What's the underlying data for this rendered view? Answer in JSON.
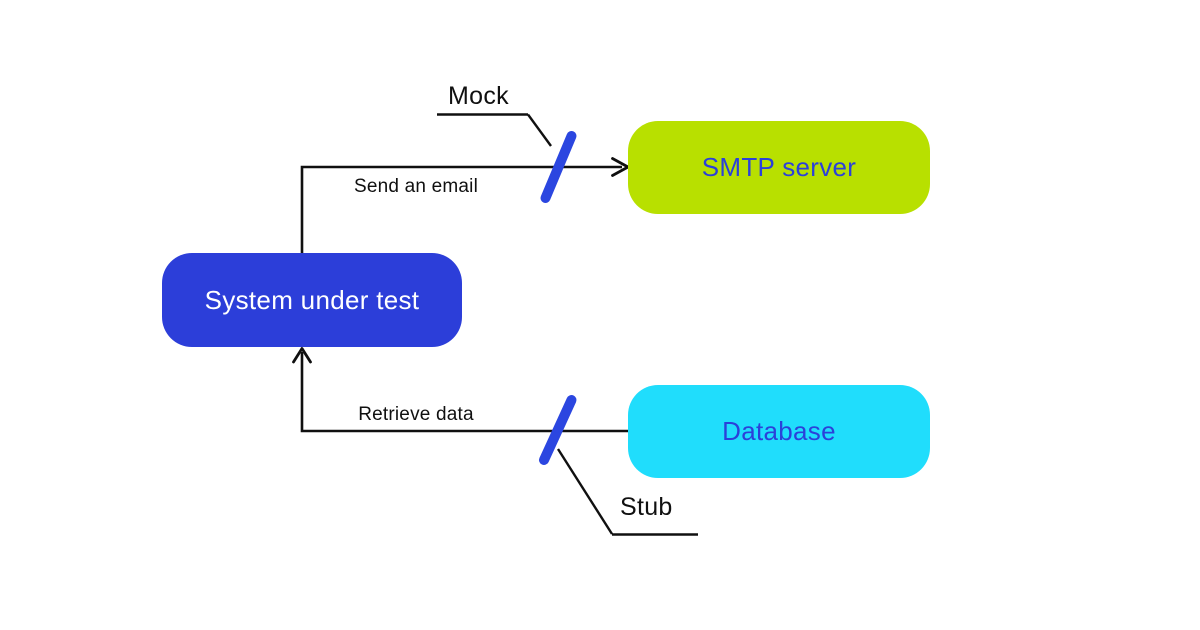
{
  "diagram": {
    "background": "#ffffff",
    "line_color": "#101010",
    "nodes": [
      {
        "id": "system-under-test",
        "label": "System under test",
        "fill": "#2c3ed9",
        "text_color": "#ffffff"
      },
      {
        "id": "smtp-server",
        "label": "SMTP server",
        "fill": "#b8e000",
        "text_color": "#2b41d9"
      },
      {
        "id": "database",
        "label": "Database",
        "fill": "#20ddfc",
        "text_color": "#2b41d9"
      }
    ],
    "edges": [
      {
        "id": "send-an-email",
        "label": "Send an email",
        "from": "system-under-test",
        "to": "smtp-server",
        "arrow_at": "smtp-server"
      },
      {
        "id": "retrieve-data",
        "label": "Retrieve data",
        "from": "database",
        "to": "system-under-test",
        "arrow_at": "system-under-test"
      }
    ],
    "annotations": [
      {
        "id": "mock",
        "label": "Mock",
        "marker_color": "#2b46e0",
        "attached_edge": "send-an-email"
      },
      {
        "id": "stub",
        "label": "Stub",
        "marker_color": "#2b46e0",
        "attached_edge": "retrieve-data"
      }
    ]
  }
}
